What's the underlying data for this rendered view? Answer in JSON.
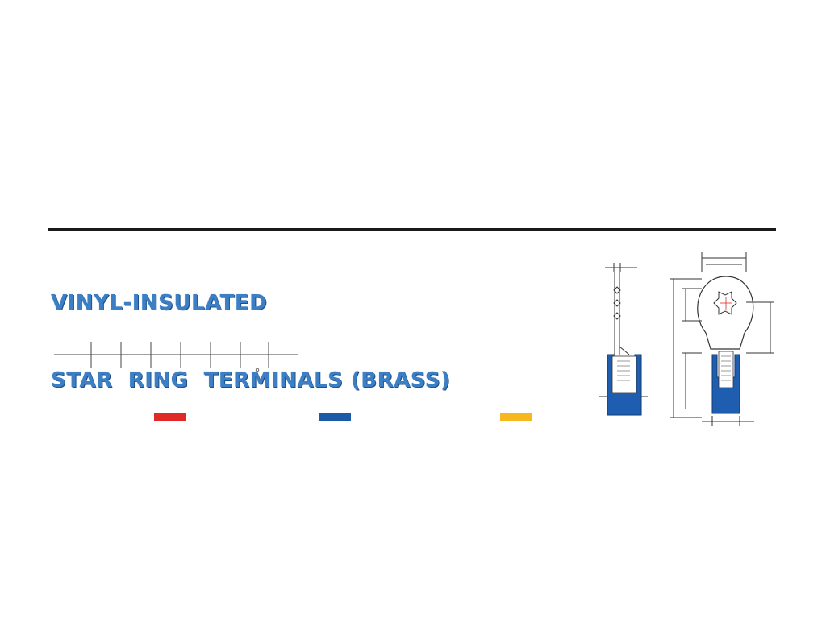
{
  "title": {
    "line1": "VINYL-INSULATED",
    "line2": "STAR  RING  TERMINALS (BRASS)"
  },
  "color_codes": [
    {
      "name": "red-swatch",
      "color": "#e02a27"
    },
    {
      "name": "blue-swatch",
      "color": "#1c5aa8"
    },
    {
      "name": "yellow-swatch",
      "color": "#f6b71f"
    }
  ],
  "colors": {
    "rule": "#1a1a1a",
    "title": "#3d7fc4",
    "insulation": "#1e5db0",
    "drawing_line": "#333333",
    "center_mark": "#e02a27"
  }
}
